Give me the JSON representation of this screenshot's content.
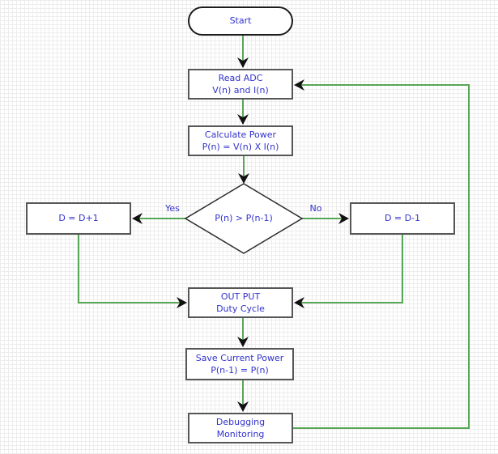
{
  "diagram": {
    "type": "flowchart",
    "nodes": {
      "start": {
        "shape": "terminator",
        "label": "Start"
      },
      "read_adc": {
        "shape": "process",
        "line1": "Read ADC",
        "line2": "V(n) and I(n)"
      },
      "calc_power": {
        "shape": "process",
        "line1": "Calculate Power",
        "line2": "P(n) = V(n) X I(n)"
      },
      "decision": {
        "shape": "decision",
        "label": "P(n) > P(n-1)"
      },
      "increment": {
        "shape": "process",
        "label": "D = D+1"
      },
      "decrement": {
        "shape": "process",
        "label": "D = D-1"
      },
      "output": {
        "shape": "process",
        "line1": "OUT PUT",
        "line2": "Duty Cycle"
      },
      "save": {
        "shape": "process",
        "line1": "Save Current Power",
        "line2": "P(n-1) = P(n)"
      },
      "debug": {
        "shape": "process",
        "line1": "Debugging",
        "line2": "Monitoring"
      }
    },
    "edges": {
      "yes_label": "Yes",
      "no_label": "No",
      "connections": [
        {
          "from": "start",
          "to": "read_adc",
          "label": ""
        },
        {
          "from": "read_adc",
          "to": "calc_power",
          "label": ""
        },
        {
          "from": "calc_power",
          "to": "decision",
          "label": ""
        },
        {
          "from": "decision",
          "to": "increment",
          "label": "Yes"
        },
        {
          "from": "decision",
          "to": "decrement",
          "label": "No"
        },
        {
          "from": "increment",
          "to": "output",
          "label": ""
        },
        {
          "from": "decrement",
          "to": "output",
          "label": ""
        },
        {
          "from": "output",
          "to": "save",
          "label": ""
        },
        {
          "from": "save",
          "to": "debug",
          "label": ""
        },
        {
          "from": "debug",
          "to": "read_adc",
          "label": ""
        }
      ]
    },
    "colors": {
      "text": "#3232cd",
      "connector": "#58a758",
      "arrowhead": "#111111",
      "box_border": "#565656",
      "terminator_border": "#1c1c1c",
      "diamond_border": "#2b2b2b",
      "background": "#ffffff",
      "grid_line": "#ededed"
    }
  }
}
